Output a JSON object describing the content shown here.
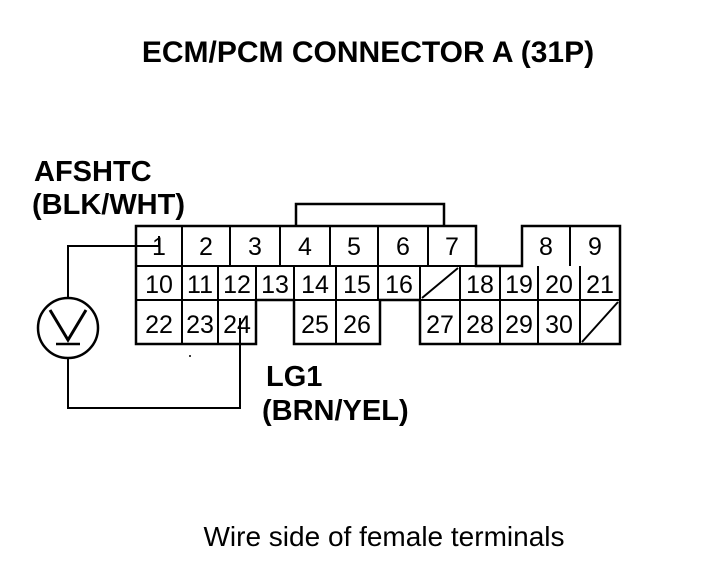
{
  "diagram": {
    "title": "ECM/PCM CONNECTOR A (31P)",
    "probe_top": {
      "name": "AFSHTC",
      "color": "(BLK/WHT)"
    },
    "probe_bottom": {
      "name": "LG1",
      "color": "(BRN/YEL)"
    },
    "caption": "Wire side of female terminals",
    "pins": {
      "p1": "1",
      "p2": "2",
      "p3": "3",
      "p4": "4",
      "p5": "5",
      "p6": "6",
      "p7": "7",
      "p8": "8",
      "p9": "9",
      "p10": "10",
      "p11": "11",
      "p12": "12",
      "p13": "13",
      "p14": "14",
      "p15": "15",
      "p16": "16",
      "p18": "18",
      "p19": "19",
      "p20": "20",
      "p21": "21",
      "p22": "22",
      "p23": "23",
      "p24": "24",
      "p25": "25",
      "p26": "26",
      "p27": "27",
      "p28": "28",
      "p29": "29",
      "p30": "30"
    },
    "icons": [
      "voltmeter-icon"
    ],
    "colors": {
      "ink": "#000000",
      "paper": "#ffffff"
    }
  }
}
